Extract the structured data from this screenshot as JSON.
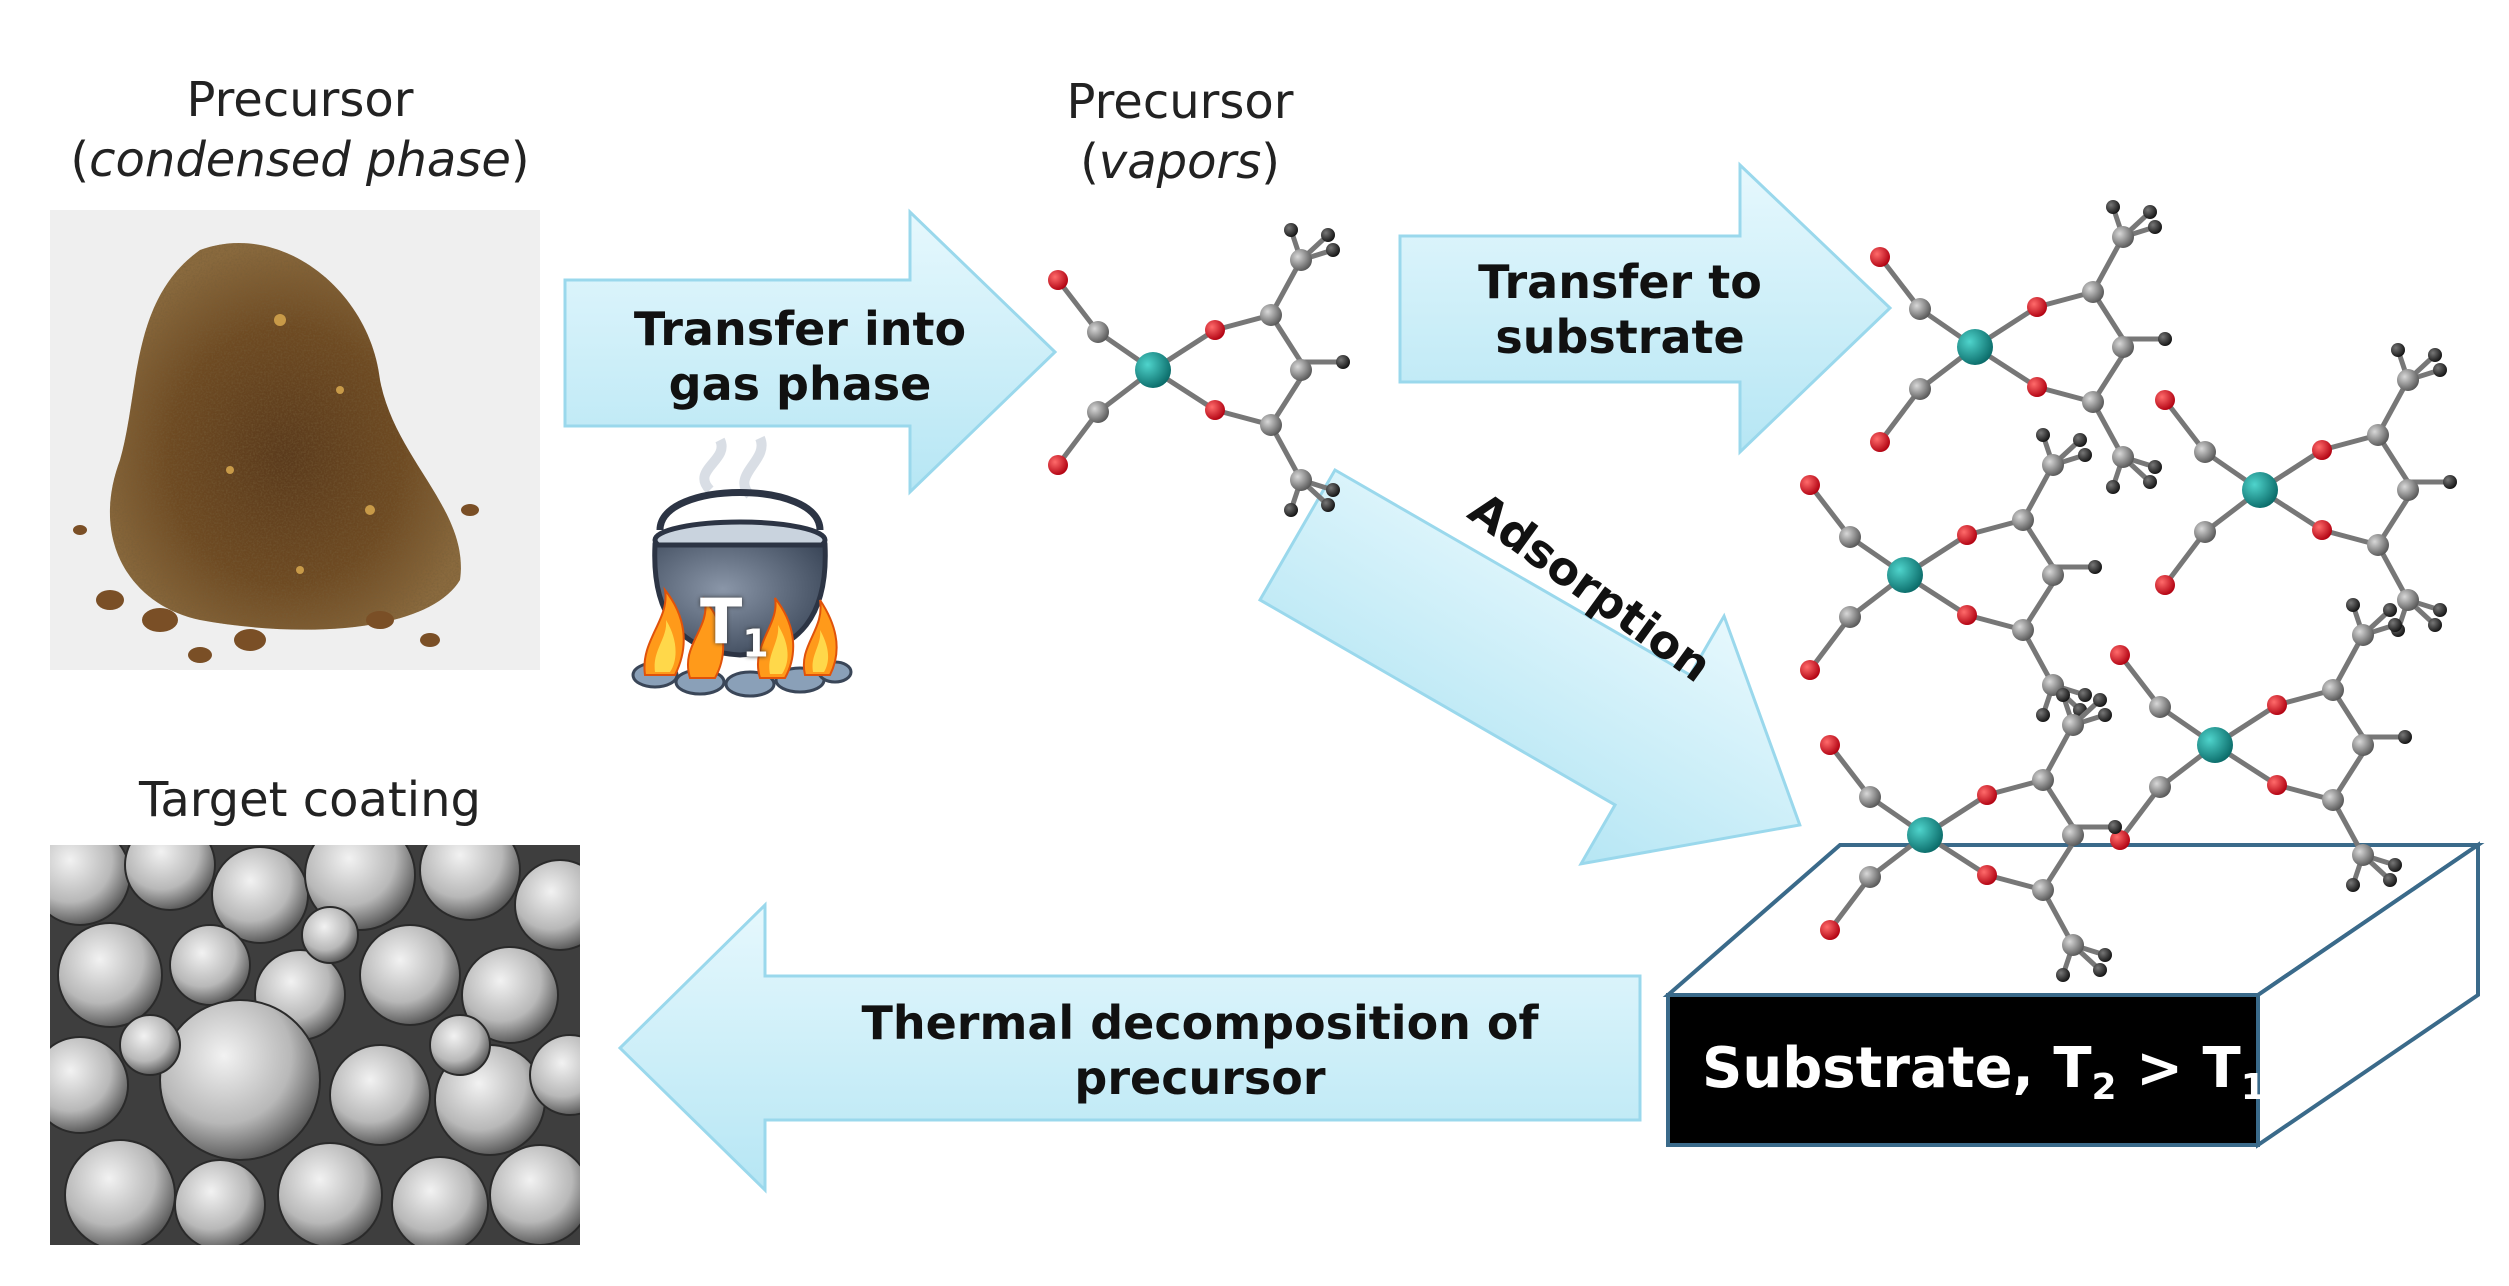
{
  "captions": {
    "precursor_condensed_line1": "Precursor",
    "precursor_condensed_line2_open": "(",
    "precursor_condensed_line2_italic": "condensed phase",
    "precursor_condensed_line2_close": ")",
    "precursor_vapors_line1": "Precursor",
    "precursor_vapors_line2_open": "(",
    "precursor_vapors_line2_italic": "vapors",
    "precursor_vapors_line2_close": ")",
    "target_coating": "Target coating"
  },
  "arrows": {
    "transfer_gas_line1": "Transfer into",
    "transfer_gas_line2": "gas phase",
    "transfer_substrate_line1": "Transfer to",
    "transfer_substrate_line2": "substrate",
    "adsorption": "Adsorption",
    "thermal_line1": "Thermal decomposition of",
    "thermal_line2": "precursor"
  },
  "pot_label": {
    "t": "T",
    "sub": "1"
  },
  "substrate": {
    "label_main": "Substrate, T",
    "label_sub1": "2",
    "label_mid": " > T",
    "label_sub2": "1"
  },
  "colors": {
    "arrow_fill": "#c9eef8",
    "arrow_stroke": "#8ed3ea",
    "metal": "#0e8c8a",
    "oxygen": "#e0202a",
    "carbon": "#7a7a7a",
    "hydrogen": "#333333"
  }
}
